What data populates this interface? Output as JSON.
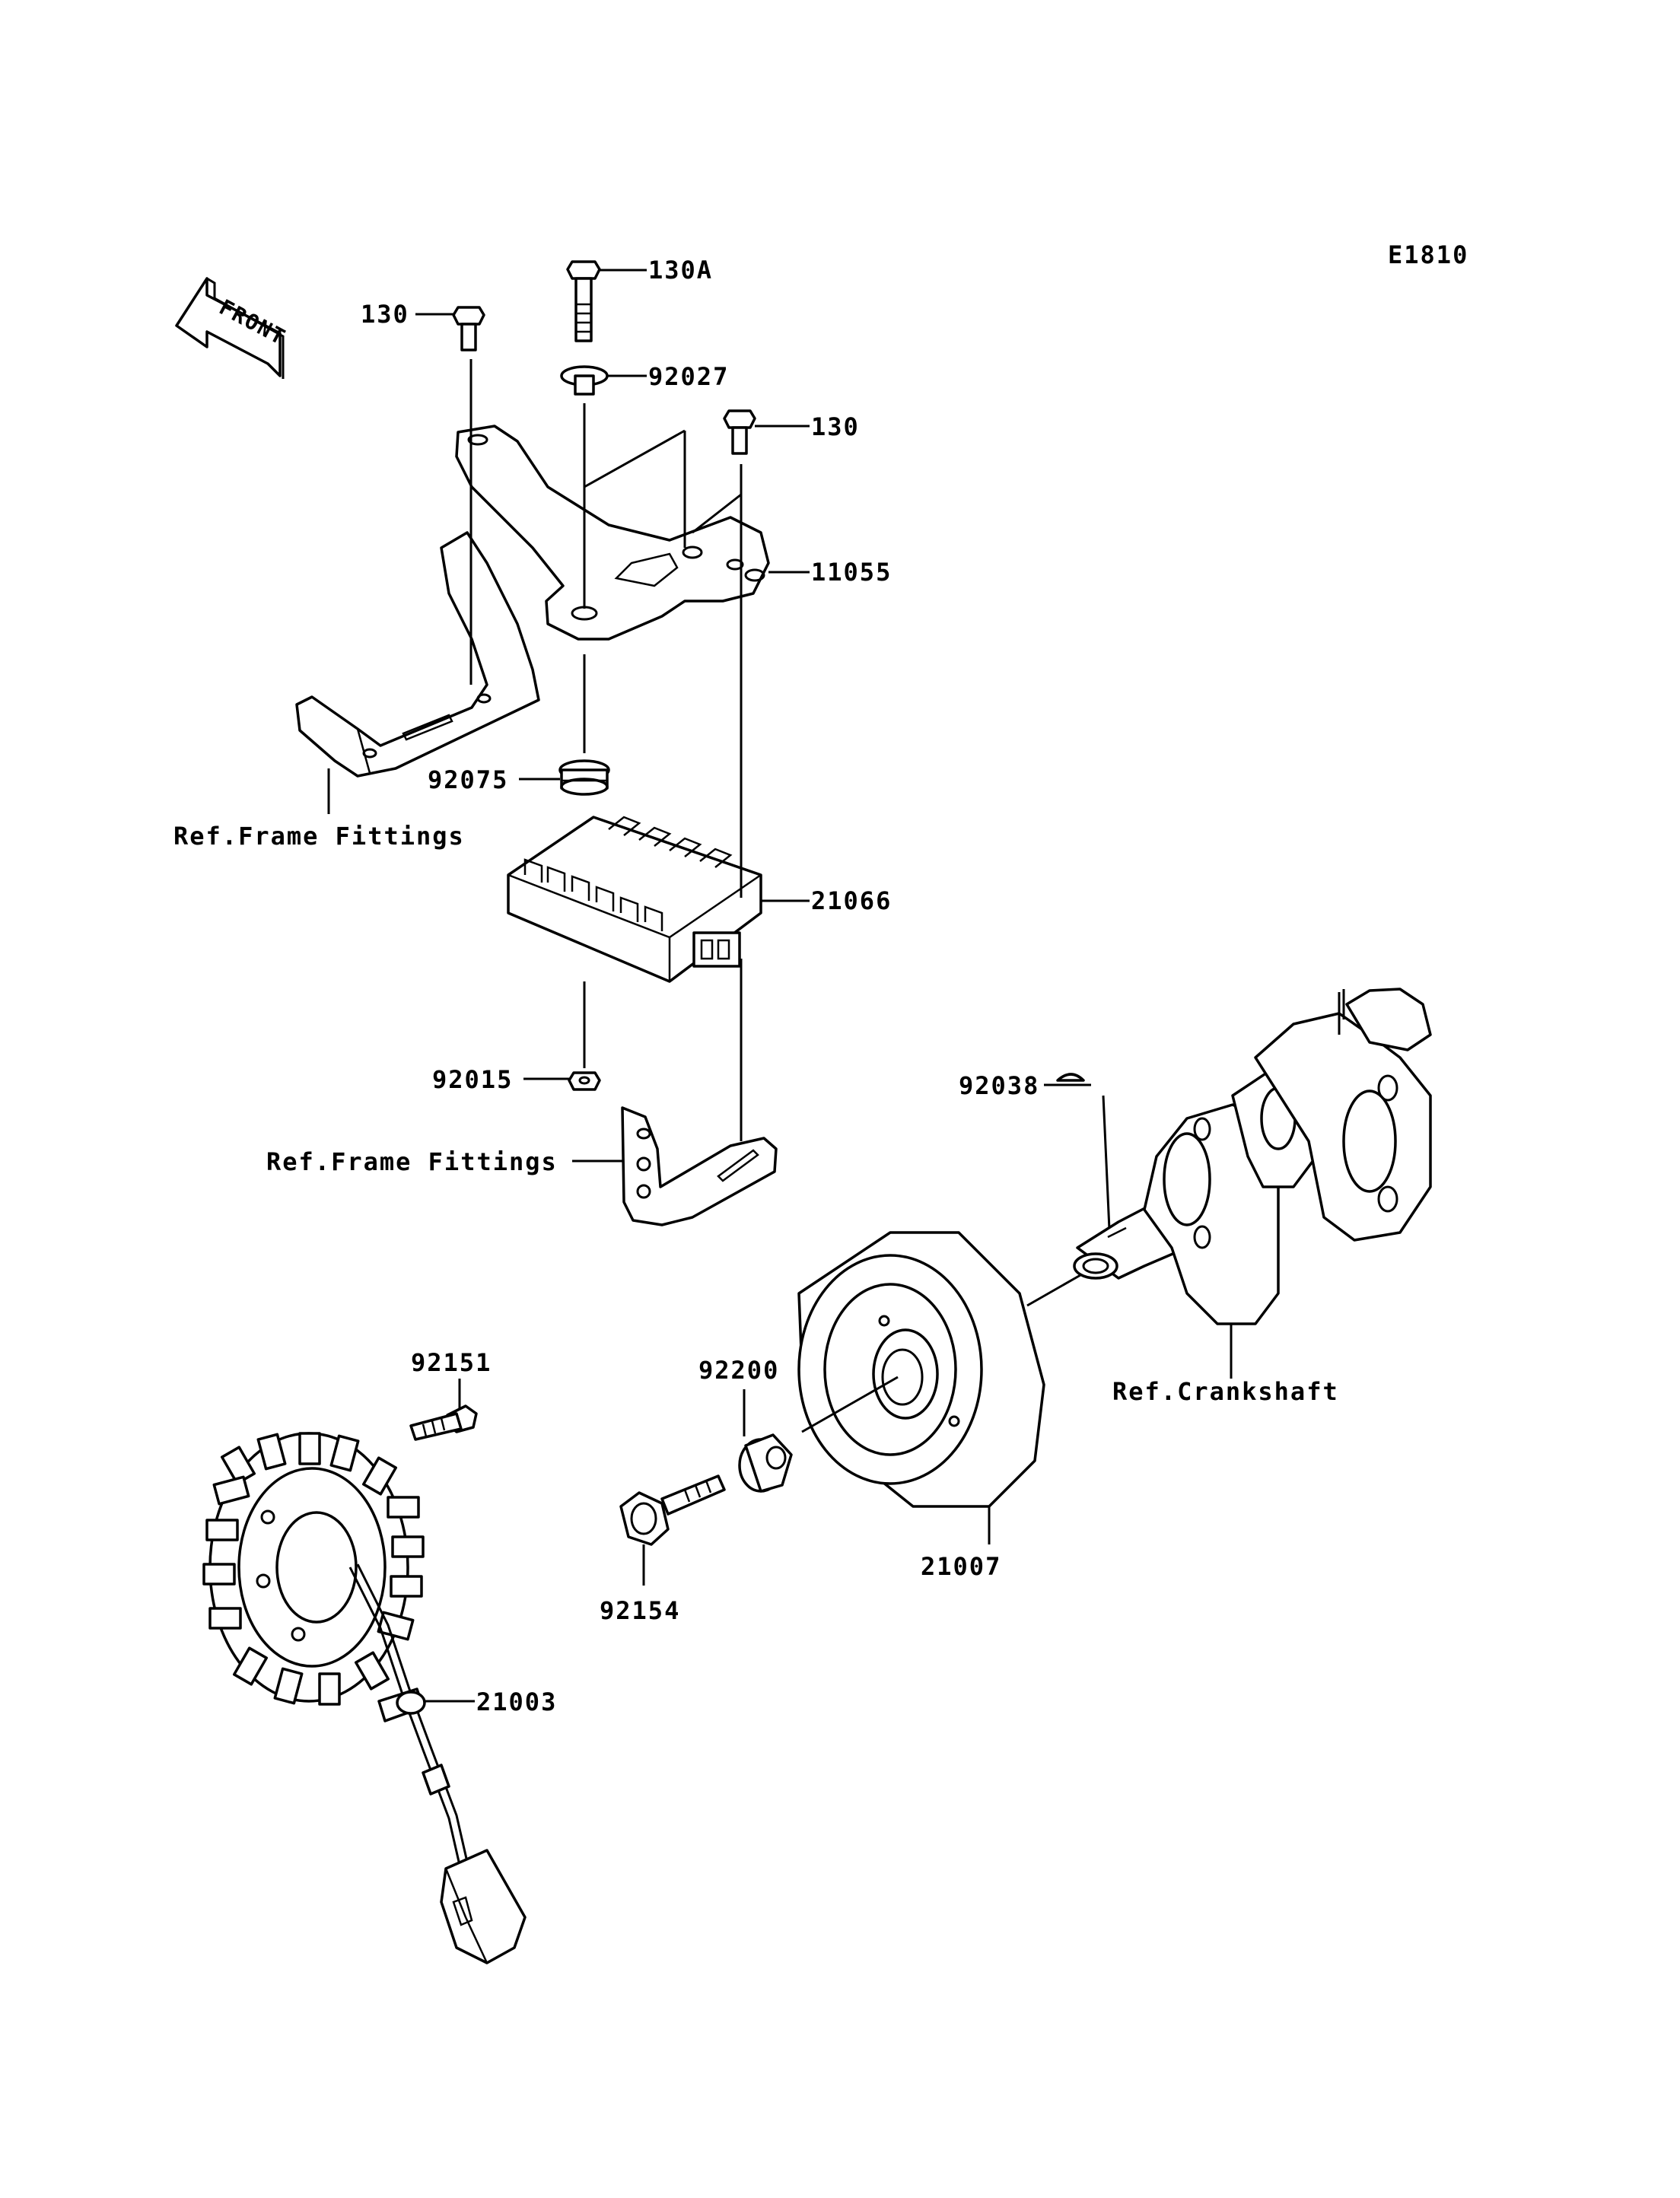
{
  "diagram_code": "E1810",
  "front_arrow_text": "FRONT",
  "labels": {
    "p130a": "130A",
    "p130_left": "130",
    "p92027": "92027",
    "p130_right": "130",
    "p11055": "11055",
    "p92075": "92075",
    "ref_frame_fittings_1": "Ref.Frame Fittings",
    "p21066": "21066",
    "p92015": "92015",
    "ref_frame_fittings_2": "Ref.Frame Fittings",
    "p92038": "92038",
    "ref_crankshaft": "Ref.Crankshaft",
    "p92151": "92151",
    "p92200": "92200",
    "p21007": "21007",
    "p92154": "92154",
    "p21003": "21003"
  }
}
